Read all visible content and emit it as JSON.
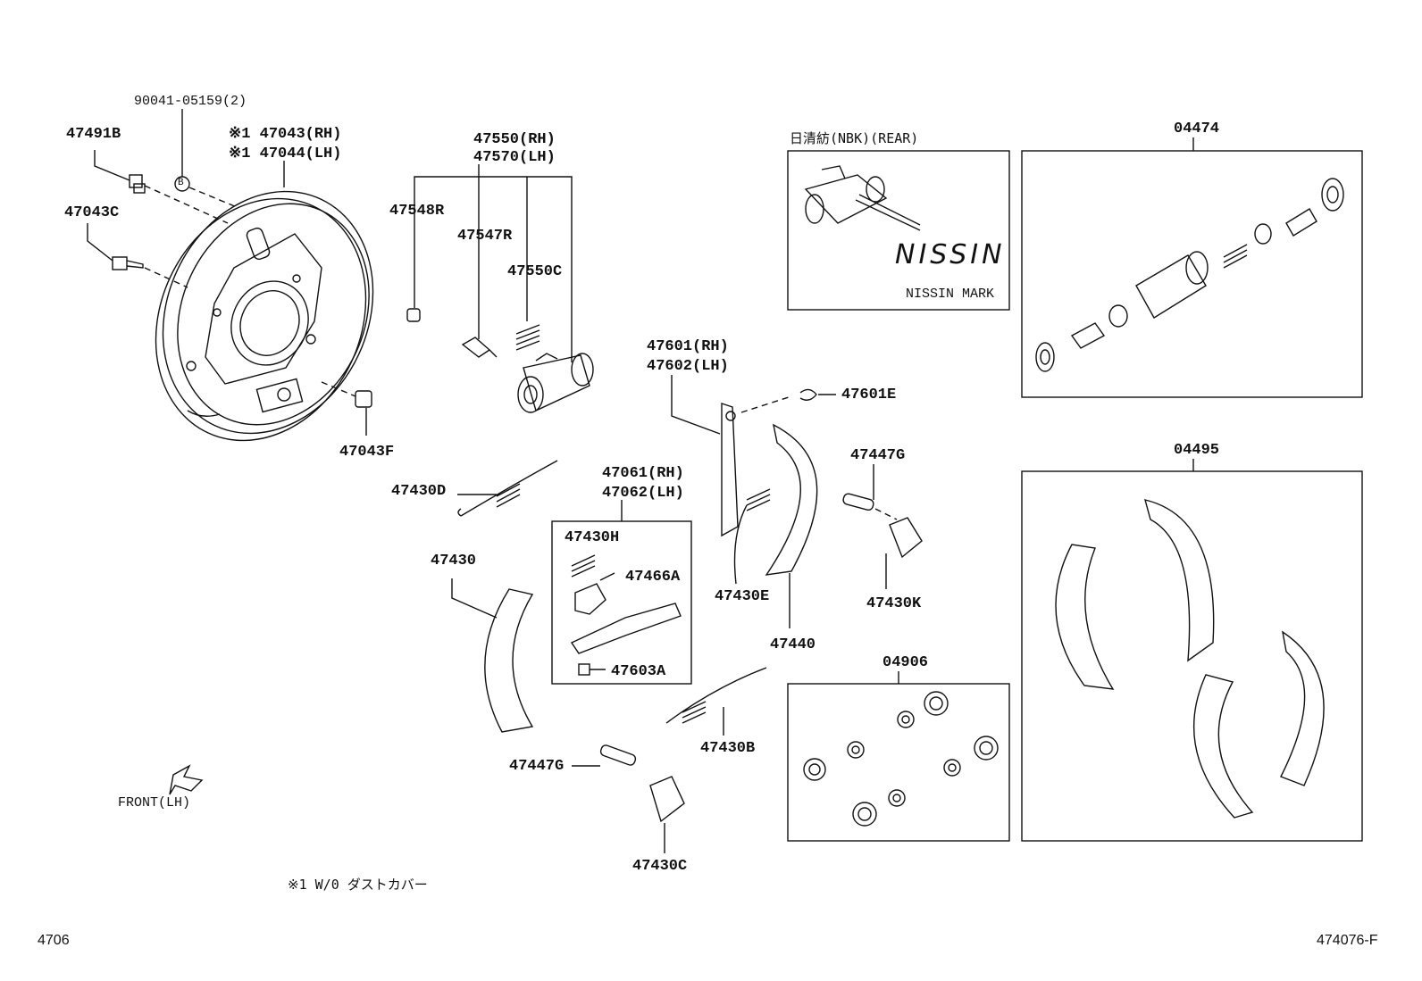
{
  "diagram": {
    "parts": {
      "p90041": "90041-05159(2)",
      "p47491B": "47491B",
      "p47043": "※1 47043(RH)",
      "p47044": "※1 47044(LH)",
      "p47043C": "47043C",
      "p47043F": "47043F",
      "p47550": "47550(RH)",
      "p47570": "47570(LH)",
      "p47548R": "47548R",
      "p47547R": "47547R",
      "p47550C": "47550C",
      "p47601": "47601(RH)",
      "p47602": "47602(LH)",
      "p47601E": "47601E",
      "p47447G_top": "47447G",
      "p47430D": "47430D",
      "p47061": "47061(RH)",
      "p47062": "47062(LH)",
      "p47430H": "47430H",
      "p47466A": "47466A",
      "p47603A": "47603A",
      "p47430": "47430",
      "p47430E": "47430E",
      "p47440": "47440",
      "p47430K": "47430K",
      "p04906": "04906",
      "p47430B": "47430B",
      "p47447G_bot": "47447G",
      "p47430C": "47430C",
      "p04474": "04474",
      "p04495": "04495"
    },
    "nissin": {
      "header": "日清紡(NBK)(REAR)",
      "brand": "NISSIN",
      "mark_label": "NISSIN MARK"
    },
    "callout_letter": "B",
    "front_label": "FRONT(LH)",
    "footnote": "※1 W/0 ダストカバー",
    "footer_left": "4706",
    "footer_right": "474076-F"
  }
}
